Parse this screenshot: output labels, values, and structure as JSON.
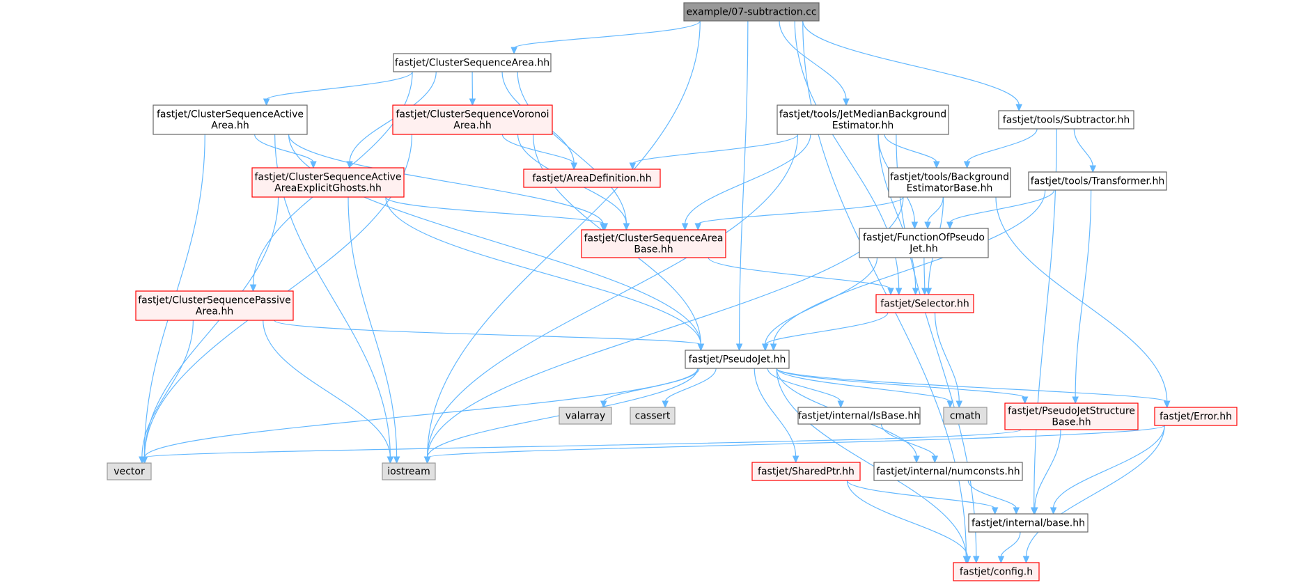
{
  "graph": {
    "nodes": [
      {
        "id": "main",
        "lines": [
          "example/07-subtraction.cc"
        ],
        "style": "root"
      },
      {
        "id": "csa",
        "lines": [
          "fastjet/ClusterSequenceArea.hh"
        ],
        "style": "normal"
      },
      {
        "id": "jmbe",
        "lines": [
          "fastjet/tools/JetMedianBackground",
          "Estimator.hh"
        ],
        "style": "normal"
      },
      {
        "id": "sub",
        "lines": [
          "fastjet/tools/Subtractor.hh"
        ],
        "style": "normal"
      },
      {
        "id": "csact",
        "lines": [
          "fastjet/ClusterSequenceActive",
          "Area.hh"
        ],
        "style": "normal"
      },
      {
        "id": "csvor",
        "lines": [
          "fastjet/ClusterSequenceVoronoi",
          "Area.hh"
        ],
        "style": "red"
      },
      {
        "id": "areadef",
        "lines": [
          "fastjet/AreaDefinition.hh"
        ],
        "style": "red"
      },
      {
        "id": "csaeg",
        "lines": [
          "fastjet/ClusterSequenceActive",
          "AreaExplicitGhosts.hh"
        ],
        "style": "red"
      },
      {
        "id": "bgest",
        "lines": [
          "fastjet/tools/Background",
          "EstimatorBase.hh"
        ],
        "style": "normal"
      },
      {
        "id": "transf",
        "lines": [
          "fastjet/tools/Transformer.hh"
        ],
        "style": "normal"
      },
      {
        "id": "csab",
        "lines": [
          "fastjet/ClusterSequenceArea",
          "Base.hh"
        ],
        "style": "red"
      },
      {
        "id": "fopj",
        "lines": [
          "fastjet/FunctionOfPseudo",
          "Jet.hh"
        ],
        "style": "normal"
      },
      {
        "id": "cspass",
        "lines": [
          "fastjet/ClusterSequencePassive",
          "Area.hh"
        ],
        "style": "red"
      },
      {
        "id": "selector",
        "lines": [
          "fastjet/Selector.hh"
        ],
        "style": "red"
      },
      {
        "id": "pseudojet",
        "lines": [
          "fastjet/PseudoJet.hh"
        ],
        "style": "normal"
      },
      {
        "id": "valarray",
        "lines": [
          "valarray"
        ],
        "style": "system"
      },
      {
        "id": "cassert",
        "lines": [
          "cassert"
        ],
        "style": "system"
      },
      {
        "id": "isbase",
        "lines": [
          "fastjet/internal/IsBase.hh"
        ],
        "style": "normal"
      },
      {
        "id": "cmath",
        "lines": [
          "cmath"
        ],
        "style": "system"
      },
      {
        "id": "pjsb",
        "lines": [
          "fastjet/PseudoJetStructure",
          "Base.hh"
        ],
        "style": "red"
      },
      {
        "id": "error",
        "lines": [
          "fastjet/Error.hh"
        ],
        "style": "red"
      },
      {
        "id": "vector",
        "lines": [
          "vector"
        ],
        "style": "system"
      },
      {
        "id": "iostream",
        "lines": [
          "iostream"
        ],
        "style": "system"
      },
      {
        "id": "sharedptr",
        "lines": [
          "fastjet/SharedPtr.hh"
        ],
        "style": "red"
      },
      {
        "id": "numconsts",
        "lines": [
          "fastjet/internal/numconsts.hh"
        ],
        "style": "normal"
      },
      {
        "id": "base",
        "lines": [
          "fastjet/internal/base.hh"
        ],
        "style": "normal"
      },
      {
        "id": "config",
        "lines": [
          "fastjet/config.h"
        ],
        "style": "red"
      }
    ],
    "edges": [
      [
        "main",
        "csa"
      ],
      [
        "main",
        "jmbe"
      ],
      [
        "main",
        "sub"
      ],
      [
        "main",
        "pseudojet"
      ],
      [
        "main",
        "selector"
      ],
      [
        "main",
        "iostream"
      ],
      [
        "main",
        "config"
      ],
      [
        "csa",
        "csact"
      ],
      [
        "csa",
        "csvor"
      ],
      [
        "csa",
        "areadef"
      ],
      [
        "csa",
        "csaeg"
      ],
      [
        "csa",
        "csab"
      ],
      [
        "csa",
        "cspass"
      ],
      [
        "csact",
        "csaeg"
      ],
      [
        "csact",
        "csab"
      ],
      [
        "csact",
        "pseudojet"
      ],
      [
        "csact",
        "vector"
      ],
      [
        "csact",
        "iostream"
      ],
      [
        "csvor",
        "areadef"
      ],
      [
        "csvor",
        "csab"
      ],
      [
        "csvor",
        "pseudojet"
      ],
      [
        "csvor",
        "vector"
      ],
      [
        "csaeg",
        "csab"
      ],
      [
        "csaeg",
        "pseudojet"
      ],
      [
        "csaeg",
        "vector"
      ],
      [
        "csaeg",
        "iostream"
      ],
      [
        "jmbe",
        "areadef"
      ],
      [
        "jmbe",
        "csab"
      ],
      [
        "jmbe",
        "bgest"
      ],
      [
        "jmbe",
        "fopj"
      ],
      [
        "jmbe",
        "selector"
      ],
      [
        "jmbe",
        "iostream"
      ],
      [
        "jmbe",
        "config"
      ],
      [
        "sub",
        "bgest"
      ],
      [
        "sub",
        "transf"
      ],
      [
        "sub",
        "base"
      ],
      [
        "bgest",
        "csab"
      ],
      [
        "bgest",
        "fopj"
      ],
      [
        "bgest",
        "selector"
      ],
      [
        "bgest",
        "error"
      ],
      [
        "bgest",
        "iostream"
      ],
      [
        "transf",
        "fopj"
      ],
      [
        "transf",
        "pseudojet"
      ],
      [
        "transf",
        "pjsb"
      ],
      [
        "csab",
        "selector"
      ],
      [
        "fopj",
        "selector"
      ],
      [
        "fopj",
        "pseudojet"
      ],
      [
        "cspass",
        "pseudojet"
      ],
      [
        "cspass",
        "vector"
      ],
      [
        "cspass",
        "iostream"
      ],
      [
        "selector",
        "pseudojet"
      ],
      [
        "selector",
        "cmath"
      ],
      [
        "pseudojet",
        "valarray"
      ],
      [
        "pseudojet",
        "cassert"
      ],
      [
        "pseudojet",
        "isbase"
      ],
      [
        "pseudojet",
        "cmath"
      ],
      [
        "pseudojet",
        "pjsb"
      ],
      [
        "pseudojet",
        "error"
      ],
      [
        "pseudojet",
        "vector"
      ],
      [
        "pseudojet",
        "iostream"
      ],
      [
        "pseudojet",
        "sharedptr"
      ],
      [
        "pseudojet",
        "numconsts"
      ],
      [
        "pseudojet",
        "config"
      ],
      [
        "isbase",
        "numconsts"
      ],
      [
        "pjsb",
        "base"
      ],
      [
        "pjsb",
        "vector"
      ],
      [
        "error",
        "base"
      ],
      [
        "error",
        "config"
      ],
      [
        "error",
        "iostream"
      ],
      [
        "sharedptr",
        "base"
      ],
      [
        "sharedptr",
        "config"
      ],
      [
        "numconsts",
        "base"
      ],
      [
        "base",
        "config"
      ]
    ]
  },
  "colors": {
    "edge": "#63b8ff",
    "root_fill": "#999999",
    "root_border": "#666666",
    "normal_fill": "#ffffff",
    "normal_border": "#666666",
    "red_fill": "#fff0f0",
    "red_border": "#ff0000",
    "system_fill": "#e0e0e0",
    "system_border": "#999999"
  }
}
